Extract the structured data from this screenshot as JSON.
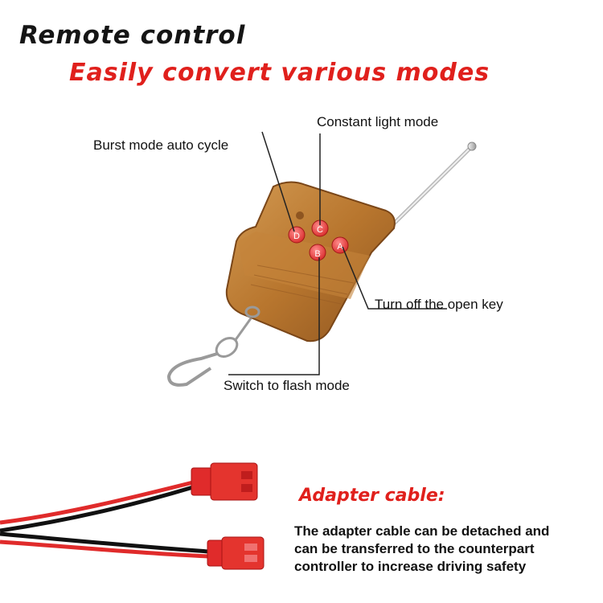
{
  "header": {
    "title": "Remote control",
    "subtitle": "Easily convert various modes"
  },
  "remote": {
    "labels": {
      "burst": "Burst mode auto cycle",
      "constant": "Constant light mode",
      "turn_off": "Turn off the open key",
      "flash": "Switch to flash mode"
    },
    "buttons": [
      "D",
      "C",
      "B",
      "A"
    ]
  },
  "adapter": {
    "title": "Adapter cable:",
    "lines": [
      "The adapter cable can be detached and",
      "can be transferred to the counterpart",
      "controller to increase driving safety"
    ]
  },
  "colors": {
    "accent": "#e0201c",
    "wood": "#b8762e",
    "connector": "#e02b2b"
  }
}
